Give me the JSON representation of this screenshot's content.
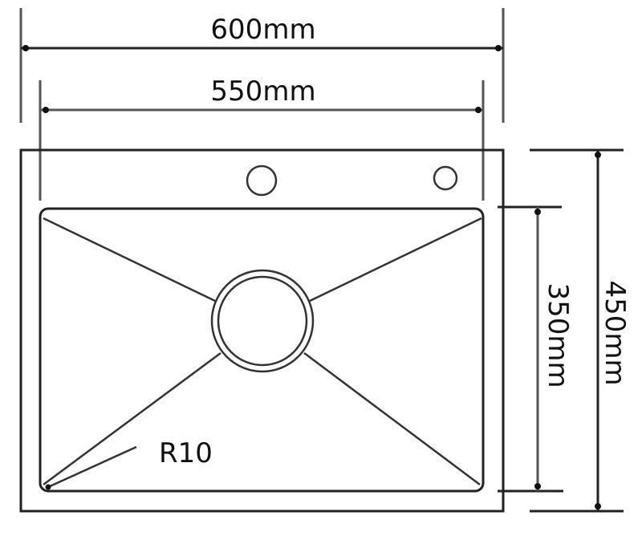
{
  "diagram": {
    "type": "technical-drawing",
    "subject": "sink top view",
    "dimensions": {
      "overall_width": "600mm",
      "basin_width": "550mm",
      "basin_depth": "350mm",
      "overall_depth": "450mm",
      "corner_radius": "R10"
    },
    "features": [
      {
        "name": "drain",
        "shape": "double-circle",
        "position": "center of basin"
      },
      {
        "name": "faucet-hole",
        "shape": "circle",
        "position": "top deck, center"
      },
      {
        "name": "accessory-hole",
        "shape": "circle",
        "position": "top deck, right"
      }
    ],
    "colors": {
      "line": "#222222",
      "background": "#ffffff"
    }
  }
}
